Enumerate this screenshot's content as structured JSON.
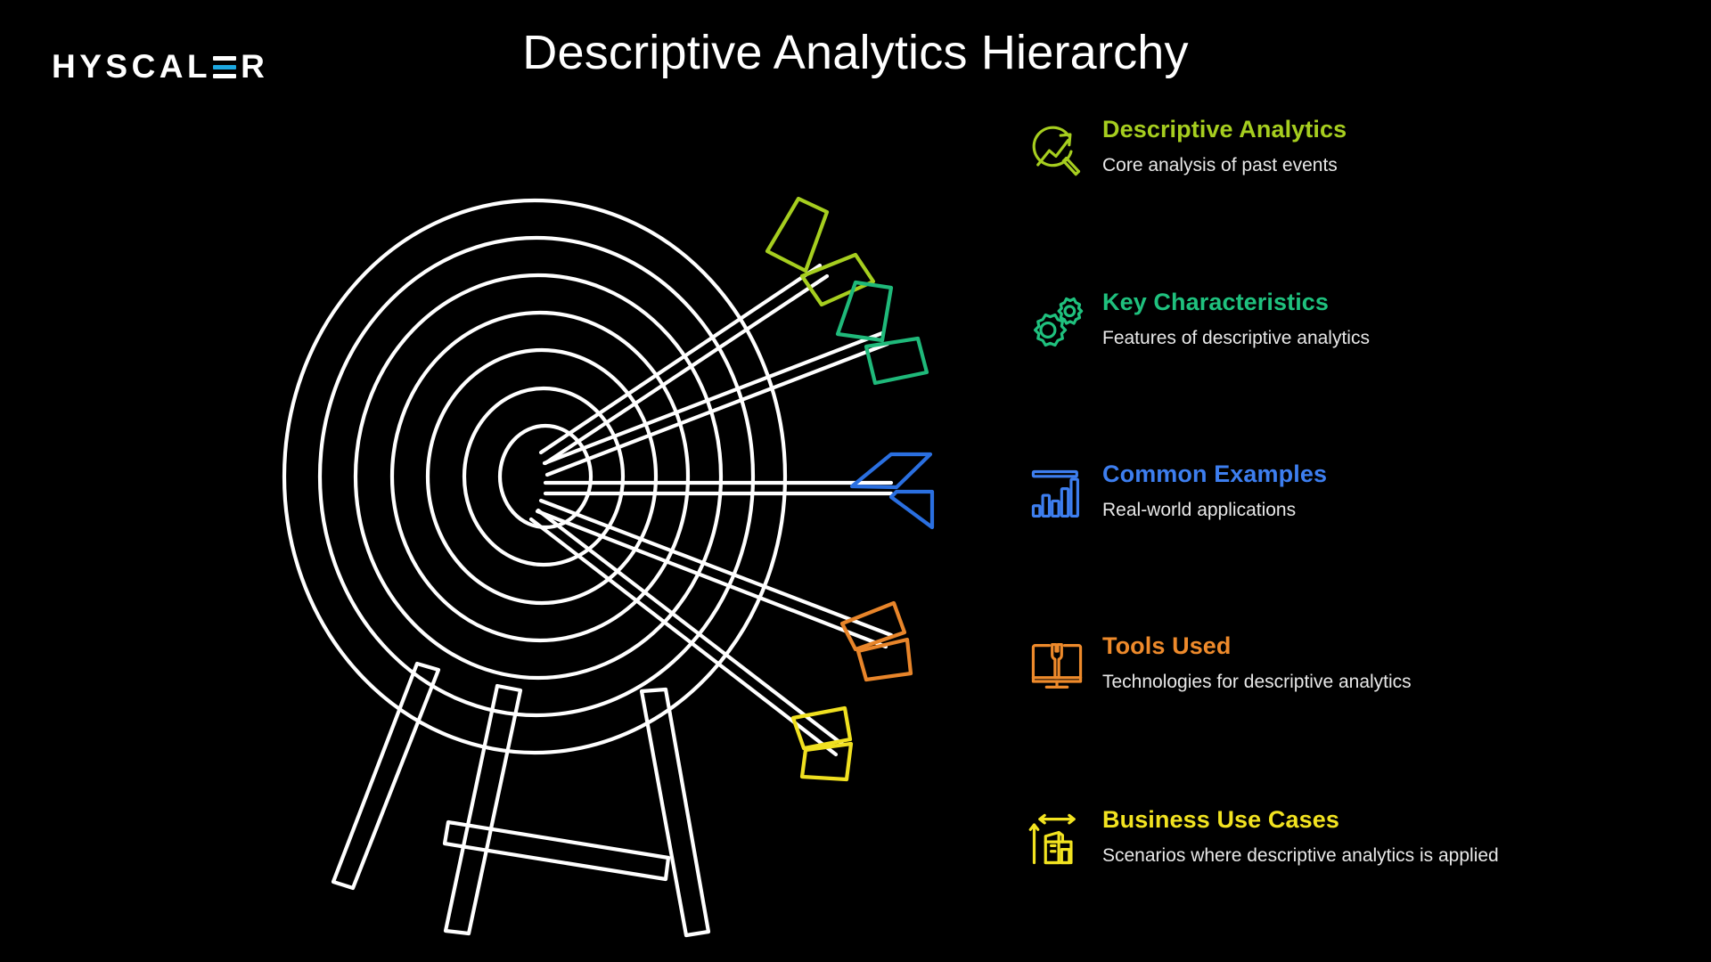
{
  "brand": {
    "name": "HYSCALER",
    "name_part1": "HYSCAL",
    "name_part2": "R",
    "accent_color": "#1ca7e0",
    "text_color": "#ffffff"
  },
  "header": {
    "title": "Descriptive Analytics Hierarchy",
    "title_color": "#ffffff"
  },
  "background_color": "#000000",
  "illustration": {
    "name": "archery-target-with-arrows",
    "target_color": "#ffffff",
    "ring_count": 7,
    "arrows": [
      {
        "name": "arrow-descriptive-analytics",
        "color": "#a6ce1f"
      },
      {
        "name": "arrow-key-characteristics",
        "color": "#1fb97a"
      },
      {
        "name": "arrow-common-examples",
        "color": "#2a6fe0"
      },
      {
        "name": "arrow-tools-used",
        "color": "#e8852a"
      },
      {
        "name": "arrow-business-use-cases",
        "color": "#f0e020"
      }
    ]
  },
  "info_list": [
    {
      "icon": "analytics-magnifier-trend-icon",
      "title": "Descriptive Analytics",
      "description": "Core analysis of past events",
      "color": "#a6ce1f"
    },
    {
      "icon": "gears-settings-icon",
      "title": "Key Characteristics",
      "description": "Features of descriptive analytics",
      "color": "#1fc17e"
    },
    {
      "icon": "bar-chart-icon",
      "title": "Common Examples",
      "description": "Real-world applications",
      "color": "#3d7eef"
    },
    {
      "icon": "monitor-wrench-tools-icon",
      "title": "Tools Used",
      "description": "Technologies for descriptive analytics",
      "color": "#ee8a2b"
    },
    {
      "icon": "building-dimensions-icon",
      "title": "Business Use Cases",
      "description": "Scenarios where descriptive analytics is applied",
      "color": "#f2e320"
    }
  ]
}
